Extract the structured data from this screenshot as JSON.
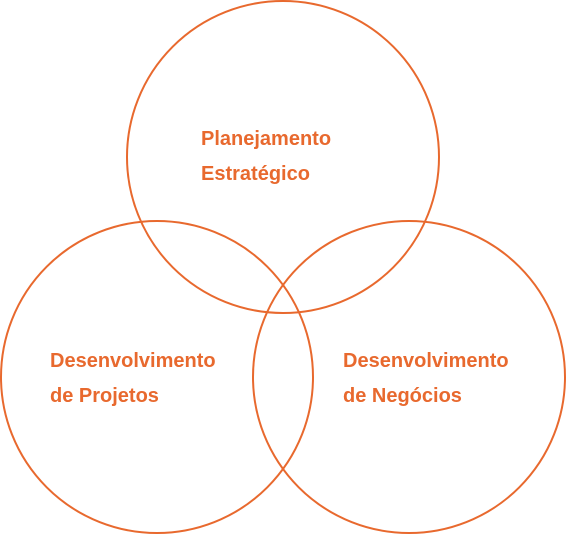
{
  "diagram": {
    "type": "venn",
    "stroke_color": "#E8692E",
    "text_color": "#E8692E",
    "background": "#FFFFFF",
    "circles": [
      {
        "id": "top",
        "lines": [
          "Planejamento",
          "Estratégico"
        ]
      },
      {
        "id": "left",
        "lines": [
          "Desenvolvimento",
          "de Projetos"
        ]
      },
      {
        "id": "right",
        "lines": [
          "Desenvolvimento",
          "de Negócios"
        ]
      }
    ]
  }
}
